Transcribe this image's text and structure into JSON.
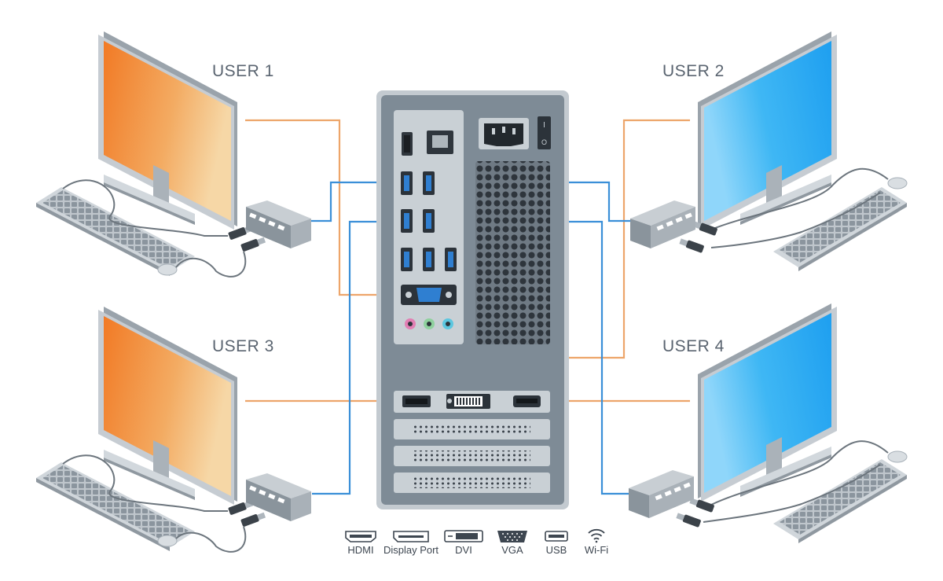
{
  "users": [
    {
      "label": "USER 1",
      "screen_color": "#f28a2e"
    },
    {
      "label": "USER 2",
      "screen_color": "#29a8ef"
    },
    {
      "label": "USER 3",
      "screen_color": "#f28a2e"
    },
    {
      "label": "USER 4",
      "screen_color": "#29a8ef"
    }
  ],
  "tower": {
    "power_switch_on": "I",
    "power_switch_off": "O"
  },
  "legend": [
    {
      "label": "HDMI",
      "icon": "hdmi-icon"
    },
    {
      "label": "Display Port",
      "icon": "displayport-icon"
    },
    {
      "label": "DVI",
      "icon": "dvi-icon"
    },
    {
      "label": "VGA",
      "icon": "vga-icon"
    },
    {
      "label": "USB",
      "icon": "usb-icon"
    },
    {
      "label": "Wi-Fi",
      "icon": "wifi-icon"
    }
  ],
  "colors": {
    "video_cable": "#eda56a",
    "usb_cable": "#3a8fd8",
    "tower_body": "#9ba6b0",
    "tower_panel": "#7c8994",
    "warm_screen": "#f28a2e",
    "cool_screen": "#29a8ef"
  }
}
